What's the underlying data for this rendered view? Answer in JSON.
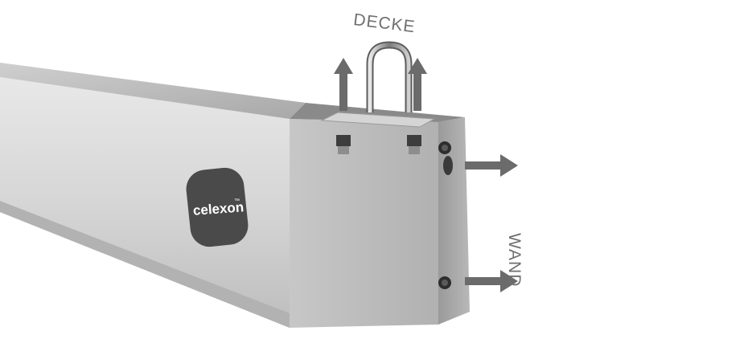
{
  "labels": {
    "ceiling": "DECKE",
    "wall": "WAND"
  },
  "brand": {
    "logo_text": "celexon",
    "trademark": "™"
  },
  "colors": {
    "background": "#ffffff",
    "arrow": "#6b6b6b",
    "label": "#6f6f6f",
    "housing_light": "#dcdcdc",
    "housing_dark": "#a9a9a9",
    "logo_badge": "#4a4a4a"
  }
}
